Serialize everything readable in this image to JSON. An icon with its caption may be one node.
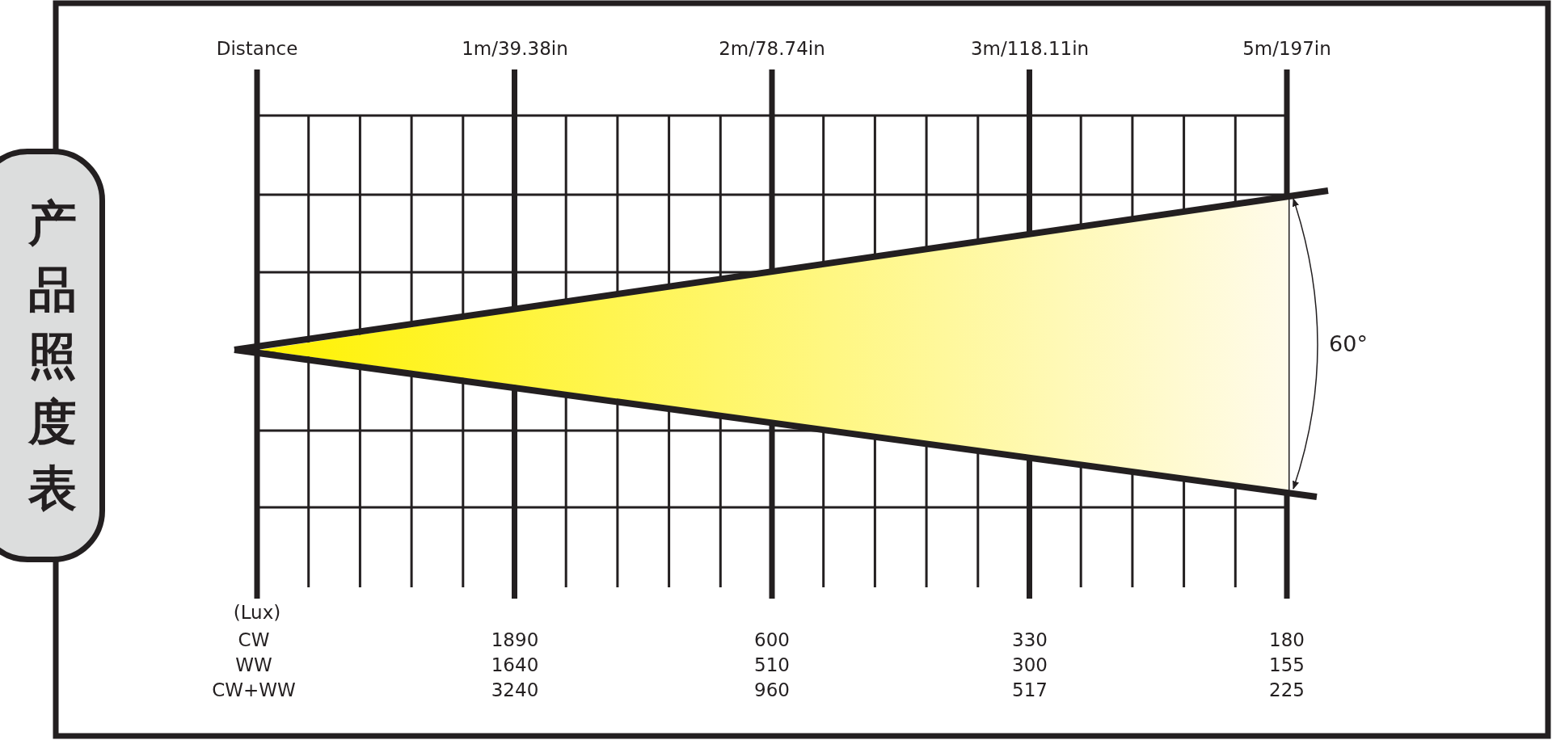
{
  "diagram": {
    "nodes": [
      {
        "text": [
          "产品照度表"
        ]
      }
    ],
    "labels": [
      "Distance",
      "1m/39.38in",
      "2m/78.74in",
      "3m/118.11in",
      "5m/197in",
      "60°",
      "(Lux)",
      "CW",
      "1890",
      "600",
      "330",
      "180",
      "WW",
      "1640",
      "510",
      "300",
      "155",
      "CW+WW",
      "3240",
      "960",
      "517",
      "225"
    ]
  }
}
